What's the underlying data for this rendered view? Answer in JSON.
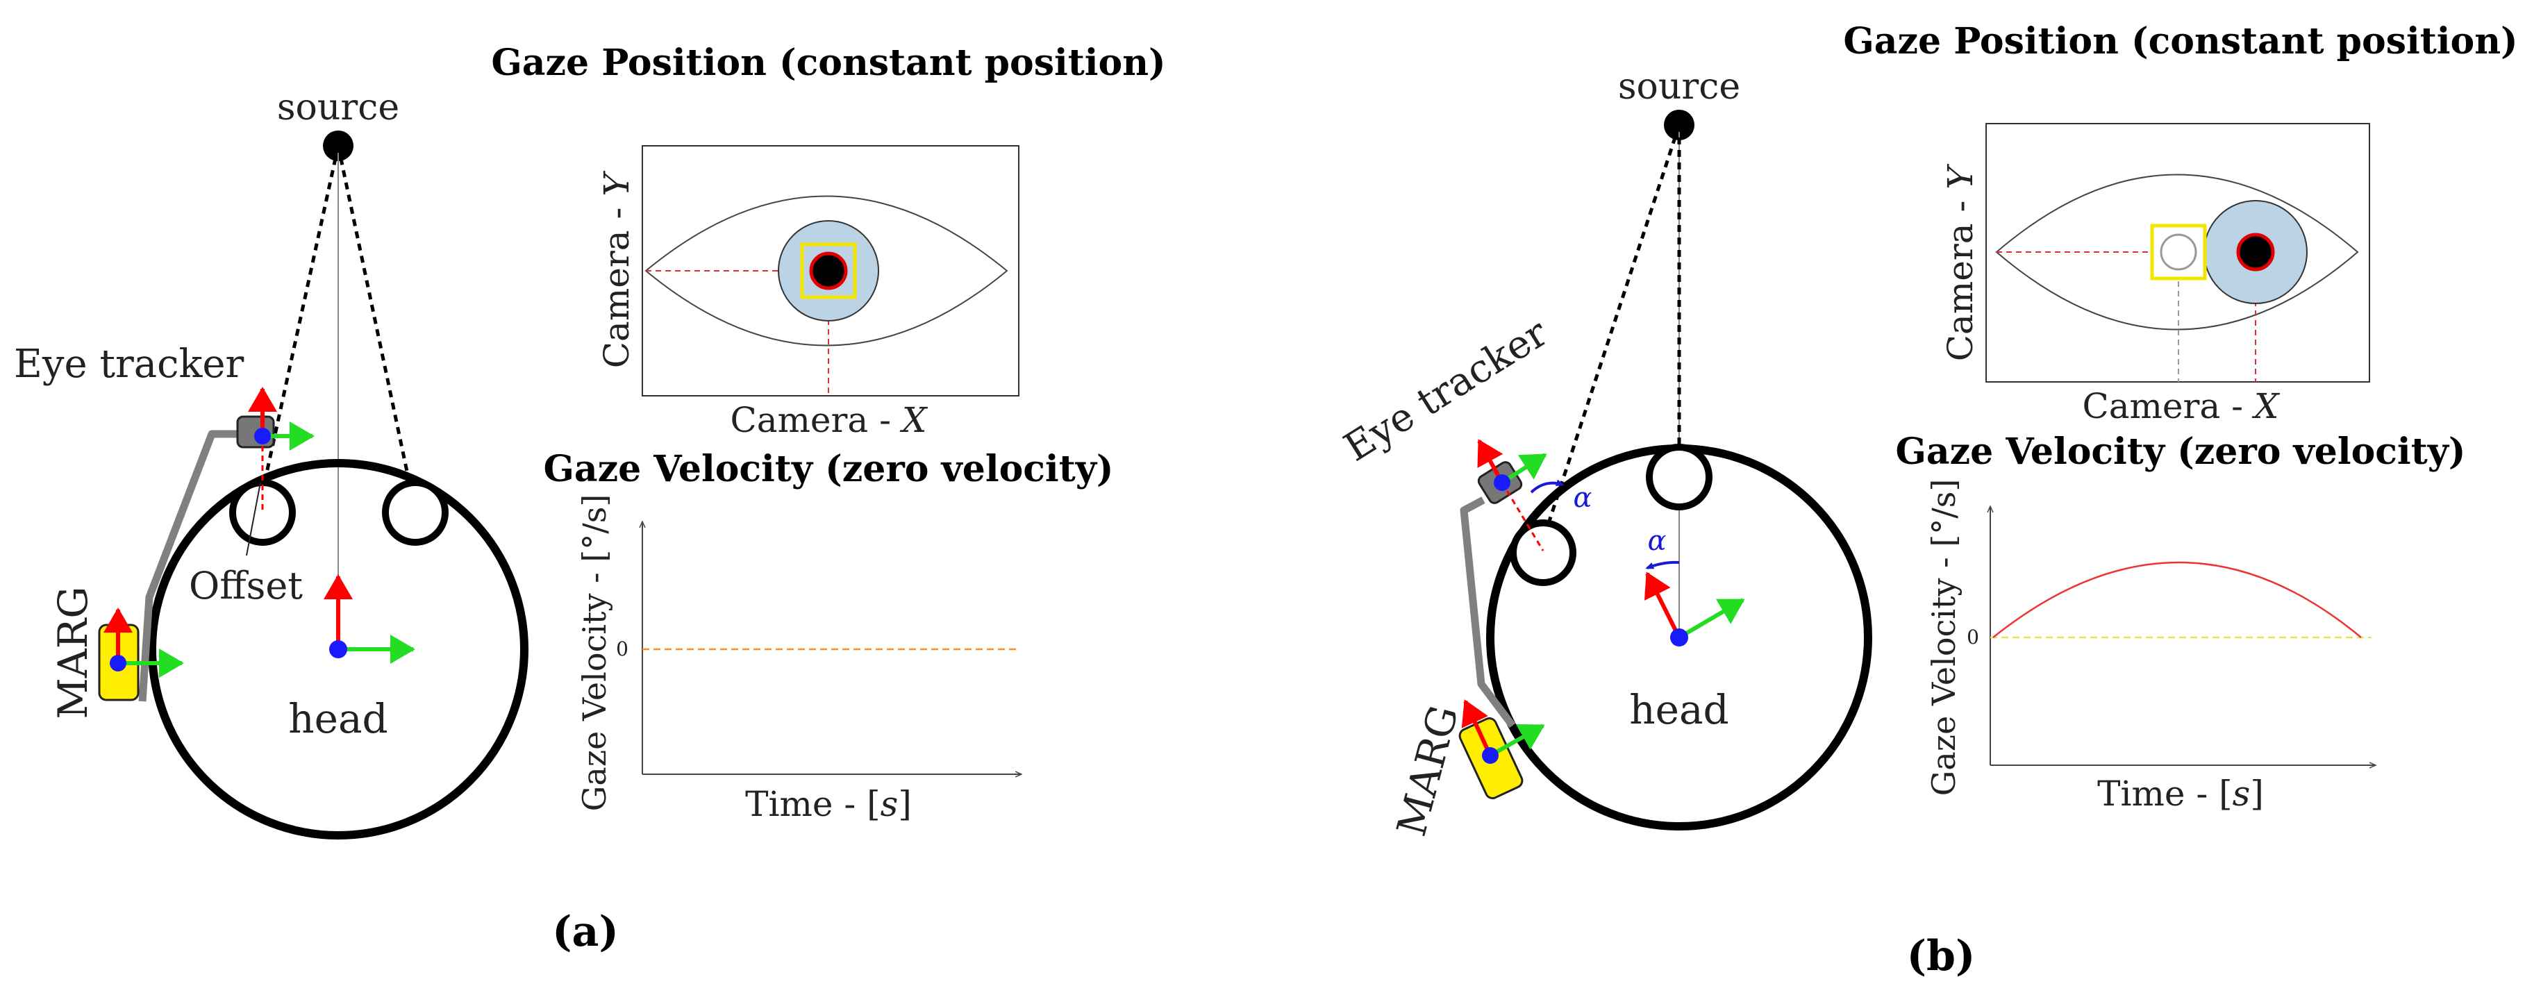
{
  "panel_a": {
    "caption": "(a)",
    "labels": {
      "source": "source",
      "eye_tracker": "Eye tracker",
      "offset": "Offset",
      "marg": "MARG",
      "head": "head"
    },
    "position_plot": {
      "title": "Gaze Position (constant position)",
      "xlabel_text": "Camera - ",
      "xlabel_var": "X",
      "ylabel_text": "Camera - ",
      "ylabel_var": "Y"
    },
    "velocity_plot": {
      "title": "Gaze Velocity (zero velocity)",
      "ylabel_text": "Gaze Velocity - [",
      "ylabel_unit": "°/s",
      "ylabel_close": "]",
      "xlabel_text": "Time - [",
      "xlabel_unit": "s",
      "xlabel_close": "]",
      "zero_tick": "0"
    }
  },
  "panel_b": {
    "caption": "(b)",
    "labels": {
      "source": "source",
      "eye_tracker": "Eye tracker",
      "marg": "MARG",
      "head": "head",
      "alpha_head": "α",
      "alpha_tracker": "α"
    },
    "position_plot": {
      "title": "Gaze Position (constant position)",
      "xlabel_text": "Camera - ",
      "xlabel_var": "X",
      "ylabel_text": "Camera - ",
      "ylabel_var": "Y"
    },
    "velocity_plot": {
      "title": "Gaze Velocity (zero velocity)",
      "ylabel_text": "Gaze Velocity - [",
      "ylabel_unit": "°/s",
      "ylabel_close": "]",
      "xlabel_text": "Time - [",
      "xlabel_unit": "s",
      "xlabel_close": "]",
      "zero_tick": "0"
    }
  },
  "colors": {
    "axis_red": "#ff0000",
    "axis_green": "#22dd22",
    "origin_blue": "#1a1aff",
    "marg_yellow": "#ffee00",
    "iris_blue": "#bcd3e6",
    "roi_yellow": "#f2e600",
    "velocity_red": "#ee3333",
    "zero_line_orange": "#ff8c1a",
    "zero_line_yellow": "#e8e05a",
    "angle_blue": "#1a1ad6",
    "tracker_gray": "#777777"
  }
}
